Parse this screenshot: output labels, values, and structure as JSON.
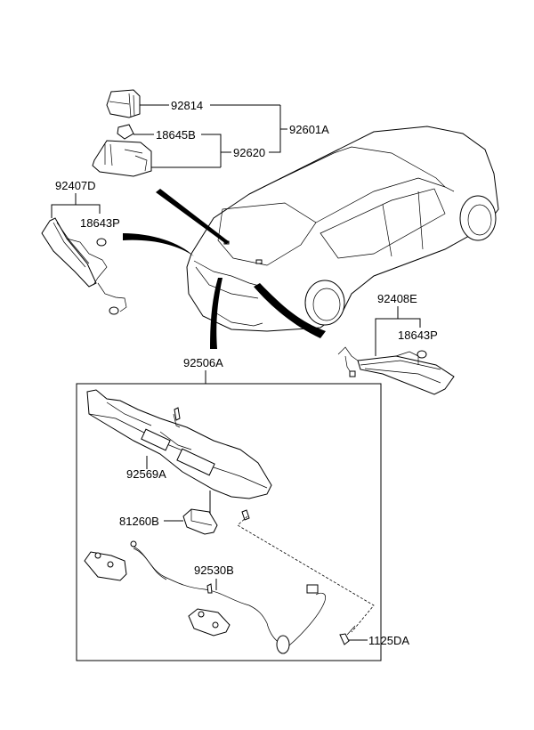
{
  "diagram": {
    "type": "exploded-parts-diagram",
    "subject": "vehicle rear lamps and license plate lamp assembly",
    "callouts": {
      "room_lamp_lens": "92814",
      "room_lamp_bulb": "18645B",
      "room_lamp_housing": "92620",
      "room_lamp_assembly": "92601A",
      "left_lamp_assembly": "92407D",
      "left_lamp_bulb": "18643P",
      "right_lamp_assembly": "92408E",
      "right_lamp_bulb": "18643P",
      "garnish_assembly": "92506A",
      "garnish_panel": "92569A",
      "license_lamp": "81260B",
      "wiring_harness": "92530B",
      "screw": "1125DA"
    }
  }
}
